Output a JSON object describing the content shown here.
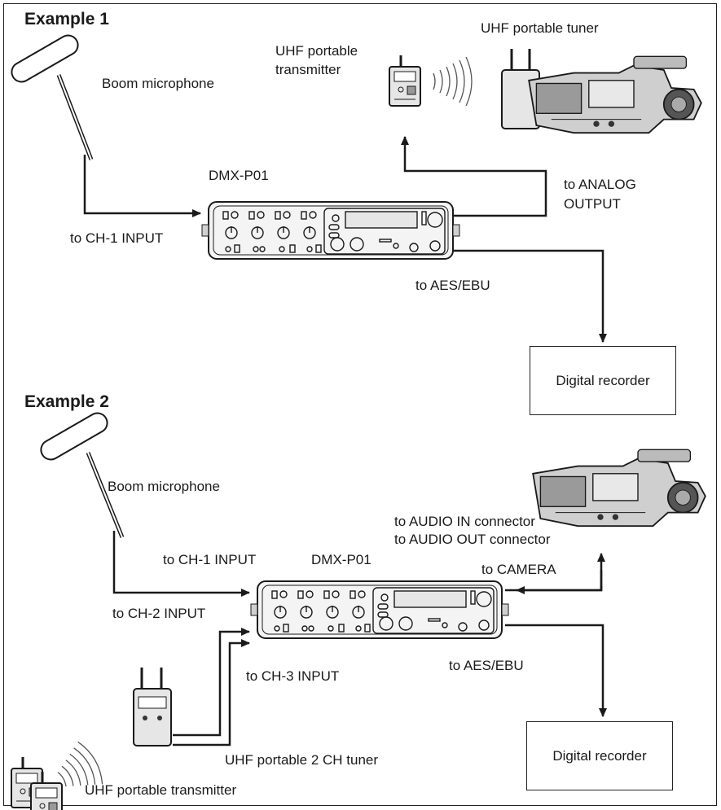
{
  "example1": {
    "title": "Example 1",
    "boom_mic": "Boom microphone",
    "uhf_tx_line1": "UHF portable",
    "uhf_tx_line2": "transmitter",
    "uhf_tuner": "UHF portable tuner",
    "mixer": "DMX-P01",
    "to_analog_line1": "to ANALOG",
    "to_analog_line2": "OUTPUT",
    "to_ch1": "to CH-1 INPUT",
    "to_aes": "to AES/EBU",
    "recorder": "Digital recorder"
  },
  "example2": {
    "title": "Example 2",
    "boom_mic": "Boom microphone",
    "to_audio_in": "to AUDIO IN connector",
    "to_audio_out": "to AUDIO OUT connector",
    "to_ch1": "to CH-1 INPUT",
    "mixer": "DMX-P01",
    "to_camera": "to CAMERA",
    "to_ch2": "to CH-2 INPUT",
    "to_ch3": "to CH-3 INPUT",
    "to_aes": "to AES/EBU",
    "tuner_2ch": "UHF portable 2 CH tuner",
    "uhf_tx": "UHF portable transmitter",
    "recorder": "Digital recorder"
  },
  "colors": {
    "line": "#1a1a1a",
    "device_fill": "#d8d8d8",
    "device_dark": "#3a3a3a"
  }
}
